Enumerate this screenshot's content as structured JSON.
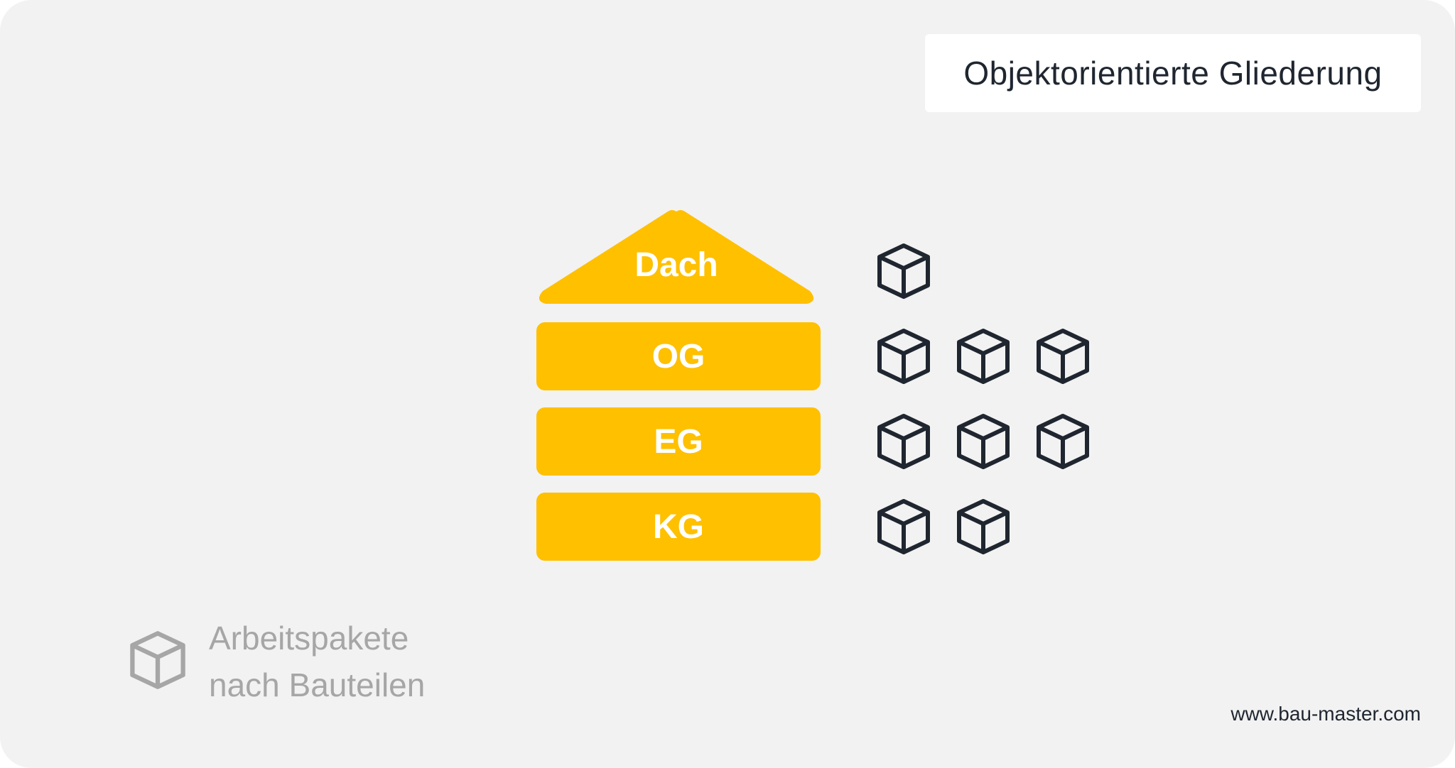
{
  "title": "Objektorientierte Gliederung",
  "levels": [
    {
      "label": "Dach",
      "packages": 1
    },
    {
      "label": "OG",
      "packages": 3
    },
    {
      "label": "EG",
      "packages": 3
    },
    {
      "label": "KG",
      "packages": 2
    }
  ],
  "legend": {
    "icon": "cube-icon",
    "line1": "Arbeitspakete",
    "line2": "nach Bauteilen"
  },
  "footer": "www.bau-master.com",
  "colors": {
    "accent": "#ffc000",
    "background": "#f2f2f2",
    "cube_stroke": "#1f2630",
    "legend_gray": "#a6a6a6"
  }
}
